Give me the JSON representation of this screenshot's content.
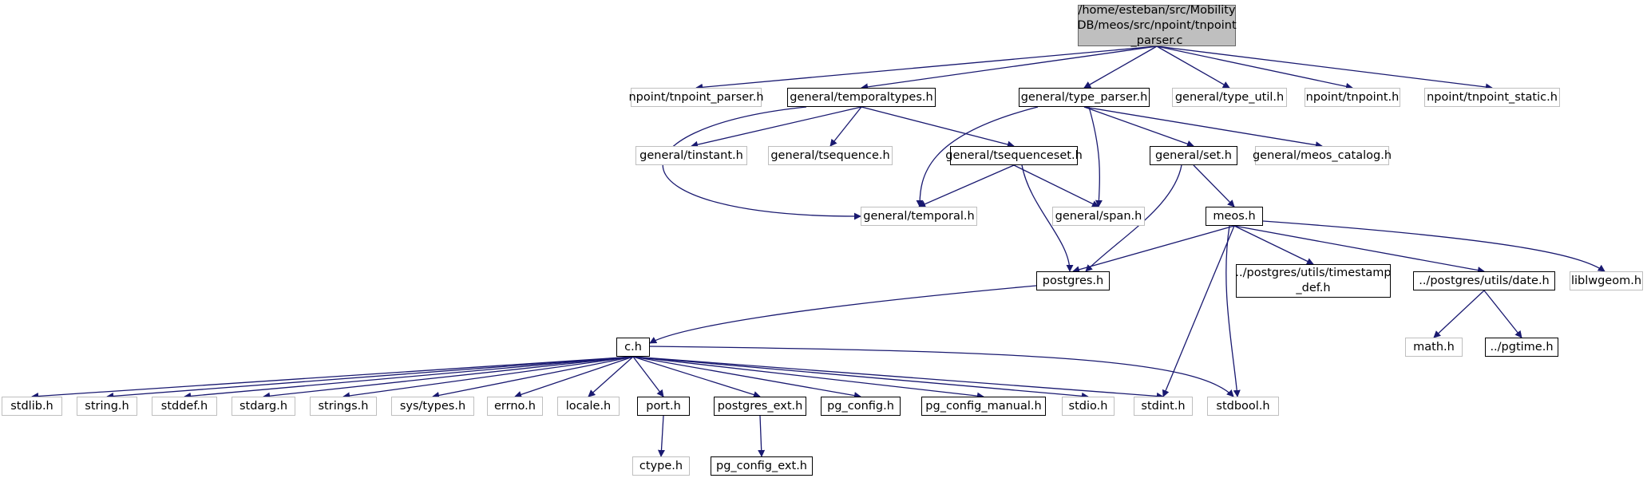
{
  "diagram": {
    "nodes": {
      "root": {
        "label": "/home/esteban/src/Mobility DB/meos/src/npoint/tnpoint _parser.c",
        "kind": "root"
      },
      "npoint_tnpoint_parser": {
        "label": "npoint/tnpoint_parser.h",
        "kind": "ext"
      },
      "temporaltypes": {
        "label": "general/temporaltypes.h",
        "kind": "doc"
      },
      "type_parser": {
        "label": "general/type_parser.h",
        "kind": "doc"
      },
      "type_util": {
        "label": "general/type_util.h",
        "kind": "ext"
      },
      "npoint_tnpoint": {
        "label": "npoint/tnpoint.h",
        "kind": "ext"
      },
      "tnpoint_static": {
        "label": "npoint/tnpoint_static.h",
        "kind": "ext"
      },
      "tinstant": {
        "label": "general/tinstant.h",
        "kind": "ext"
      },
      "tsequence": {
        "label": "general/tsequence.h",
        "kind": "ext"
      },
      "tsequenceset": {
        "label": "general/tsequenceset.h",
        "kind": "doc"
      },
      "set": {
        "label": "general/set.h",
        "kind": "doc"
      },
      "meos_catalog": {
        "label": "general/meos_catalog.h",
        "kind": "ext"
      },
      "temporal": {
        "label": "general/temporal.h",
        "kind": "ext"
      },
      "span": {
        "label": "general/span.h",
        "kind": "ext"
      },
      "meos": {
        "label": "meos.h",
        "kind": "doc"
      },
      "postgres": {
        "label": "postgres.h",
        "kind": "doc"
      },
      "timestamp_def": {
        "label": "../postgres/utils/timestamp _def.h",
        "kind": "doc"
      },
      "date": {
        "label": "../postgres/utils/date.h",
        "kind": "doc"
      },
      "liblwgeom": {
        "label": "liblwgeom.h",
        "kind": "ext"
      },
      "math": {
        "label": "math.h",
        "kind": "ext"
      },
      "pgtime": {
        "label": "../pgtime.h",
        "kind": "doc"
      },
      "c": {
        "label": "c.h",
        "kind": "doc"
      },
      "stdlib": {
        "label": "stdlib.h",
        "kind": "ext"
      },
      "string": {
        "label": "string.h",
        "kind": "ext"
      },
      "stddef": {
        "label": "stddef.h",
        "kind": "ext"
      },
      "stdarg": {
        "label": "stdarg.h",
        "kind": "ext"
      },
      "strings": {
        "label": "strings.h",
        "kind": "ext"
      },
      "sys_types": {
        "label": "sys/types.h",
        "kind": "ext"
      },
      "errno": {
        "label": "errno.h",
        "kind": "ext"
      },
      "locale": {
        "label": "locale.h",
        "kind": "ext"
      },
      "port": {
        "label": "port.h",
        "kind": "doc"
      },
      "postgres_ext": {
        "label": "postgres_ext.h",
        "kind": "doc"
      },
      "pg_config": {
        "label": "pg_config.h",
        "kind": "doc"
      },
      "pg_config_manual": {
        "label": "pg_config_manual.h",
        "kind": "doc"
      },
      "stdio": {
        "label": "stdio.h",
        "kind": "ext"
      },
      "stdint": {
        "label": "stdint.h",
        "kind": "ext"
      },
      "stdbool": {
        "label": "stdbool.h",
        "kind": "ext"
      },
      "ctype": {
        "label": "ctype.h",
        "kind": "ext"
      },
      "pg_config_ext": {
        "label": "pg_config_ext.h",
        "kind": "doc"
      }
    },
    "edges": [
      [
        "root",
        "npoint_tnpoint_parser"
      ],
      [
        "root",
        "temporaltypes"
      ],
      [
        "root",
        "type_parser"
      ],
      [
        "root",
        "type_util"
      ],
      [
        "root",
        "npoint_tnpoint"
      ],
      [
        "root",
        "tnpoint_static"
      ],
      [
        "temporaltypes",
        "tinstant"
      ],
      [
        "temporaltypes",
        "tsequence"
      ],
      [
        "temporaltypes",
        "tsequenceset"
      ],
      [
        "temporaltypes",
        "temporal"
      ],
      [
        "type_parser",
        "temporal"
      ],
      [
        "type_parser",
        "span"
      ],
      [
        "type_parser",
        "set"
      ],
      [
        "type_parser",
        "meos_catalog"
      ],
      [
        "tsequenceset",
        "temporal"
      ],
      [
        "tsequenceset",
        "span"
      ],
      [
        "tsequenceset",
        "postgres"
      ],
      [
        "set",
        "postgres"
      ],
      [
        "set",
        "meos"
      ],
      [
        "meos",
        "postgres"
      ],
      [
        "meos",
        "timestamp_def"
      ],
      [
        "meos",
        "date"
      ],
      [
        "meos",
        "liblwgeom"
      ],
      [
        "meos",
        "stdint"
      ],
      [
        "meos",
        "stdbool"
      ],
      [
        "date",
        "math"
      ],
      [
        "date",
        "pgtime"
      ],
      [
        "postgres",
        "c"
      ],
      [
        "c",
        "stdlib"
      ],
      [
        "c",
        "string"
      ],
      [
        "c",
        "stddef"
      ],
      [
        "c",
        "stdarg"
      ],
      [
        "c",
        "strings"
      ],
      [
        "c",
        "sys_types"
      ],
      [
        "c",
        "errno"
      ],
      [
        "c",
        "locale"
      ],
      [
        "c",
        "port"
      ],
      [
        "c",
        "postgres_ext"
      ],
      [
        "c",
        "pg_config"
      ],
      [
        "c",
        "pg_config_manual"
      ],
      [
        "c",
        "stdio"
      ],
      [
        "c",
        "stdint"
      ],
      [
        "c",
        "stdbool"
      ],
      [
        "port",
        "ctype"
      ],
      [
        "postgres_ext",
        "pg_config_ext"
      ]
    ]
  }
}
